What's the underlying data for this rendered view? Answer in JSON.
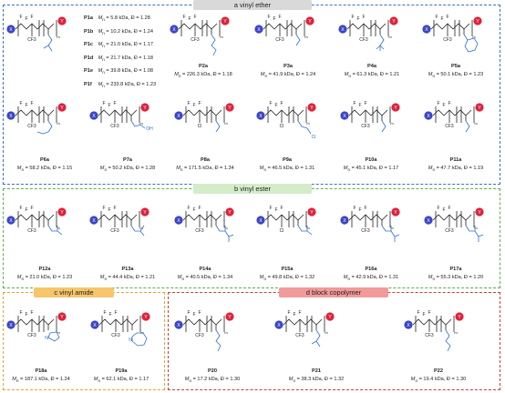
{
  "sections": {
    "a": "a vinyl ether",
    "b": "b vinyl ester",
    "c": "c vinyl amide",
    "d": "d block copolymer"
  },
  "atoms": {
    "x": "X",
    "y": "Y",
    "f": "F",
    "cf3": "CF",
    "cf3_sub": "3",
    "cl": "Cl",
    "o": "O",
    "n": "N",
    "oh": "OH",
    "repeat": "m"
  },
  "p1_series": [
    {
      "id": "P1a",
      "mn": "M",
      "mn_sub": "n",
      "value": "= 5.8 kDa, Đ = 1.28"
    },
    {
      "id": "P1b",
      "mn": "M",
      "mn_sub": "n",
      "value": "= 10.2 kDa, Đ = 1.24"
    },
    {
      "id": "P1c",
      "mn": "M",
      "mn_sub": "n",
      "value": "= 21.0 kDa, Đ = 1.17"
    },
    {
      "id": "P1d",
      "mn": "M",
      "mn_sub": "n",
      "value": "= 21.7 kDa, Đ = 1.18"
    },
    {
      "id": "P1e",
      "mn": "M",
      "mn_sub": "n",
      "value": "= 39.8 kDa, Đ = 1.08"
    },
    {
      "id": "P1f",
      "mn": "M",
      "mn_sub": "n",
      "value": "= 233.8 kDa, Đ = 1.23"
    }
  ],
  "compounds": {
    "P2a": {
      "id": "P2a",
      "mn": "M",
      "mn_sub": "n",
      "value": "= 226.3 kDa, Đ = 1.18"
    },
    "P3a": {
      "id": "P3a",
      "mn": "M",
      "mn_sub": "n",
      "value": "= 41.9 kDa, Đ = 1.24"
    },
    "P4a": {
      "id": "P4a",
      "mn": "M",
      "mn_sub": "n",
      "value": "= 61.3 kDa, Đ = 1.21"
    },
    "P5a": {
      "id": "P5a",
      "mn": "M",
      "mn_sub": "n",
      "value": "= 50.1 kDa, Đ = 1.23"
    },
    "P6a": {
      "id": "P6a",
      "mn": "M",
      "mn_sub": "n",
      "value": "= 58.2 kDa, Đ = 1.15"
    },
    "P7a": {
      "id": "P7a",
      "mn": "M",
      "mn_sub": "n",
      "value": "= 50.2 kDa, Đ = 1.28"
    },
    "P8a": {
      "id": "P8a",
      "mn": "M",
      "mn_sub": "n",
      "value": "= 171.5 kDa, Đ = 1.34"
    },
    "P9a": {
      "id": "P9a",
      "mn": "M",
      "mn_sub": "n",
      "value": "= 46.5 kDa, Đ = 1.31"
    },
    "P10a": {
      "id": "P10a",
      "mn": "M",
      "mn_sub": "n",
      "value": "= 45.1 kDa, Đ = 1.17"
    },
    "P11a": {
      "id": "P11a",
      "mn": "M",
      "mn_sub": "n",
      "value": "= 47.7 kDa, Đ = 1.19"
    },
    "P12a": {
      "id": "P12a",
      "mn": "M",
      "mn_sub": "n",
      "value": "= 21.0 kDa, Đ = 1.23"
    },
    "P13a": {
      "id": "P13a",
      "mn": "M",
      "mn_sub": "n",
      "value": "= 44.4 kDa, Đ = 1.21"
    },
    "P14a": {
      "id": "P14a",
      "mn": "M",
      "mn_sub": "n",
      "value": "= 40.5 kDa, Đ = 1.34"
    },
    "P15a": {
      "id": "P15a",
      "mn": "M",
      "mn_sub": "n",
      "value": "= 49.8 kDa, Đ = 1.32"
    },
    "P16a": {
      "id": "P16a",
      "mn": "M",
      "mn_sub": "n",
      "value": "= 42.9 kDa, Đ = 1.31"
    },
    "P17a": {
      "id": "P17a",
      "mn": "M",
      "mn_sub": "n",
      "value": "= 55.3 kDa, Đ = 1.20"
    },
    "P18a": {
      "id": "P18a",
      "mn": "M",
      "mn_sub": "n",
      "value": "= 187.1 kDa, Đ = 1.24"
    },
    "P19a": {
      "id": "P19a",
      "mn": "M",
      "mn_sub": "n",
      "value": "= 62.1 kDa, Đ = 1.17"
    },
    "P20": {
      "id": "P20",
      "mn": "M",
      "mn_sub": "n",
      "value": "= 17.2 kDa, Đ = 1.30"
    },
    "P21": {
      "id": "P21",
      "mn": "M",
      "mn_sub": "n",
      "value": "= 38.3 kDa, Đ = 1.32"
    },
    "P22": {
      "id": "P22",
      "mn": "M",
      "mn_sub": "n",
      "value": "= 19.4 kDa, Đ = 1.30"
    }
  },
  "colors": {
    "x_ball": "#3a45c8",
    "y_ball": "#e0213a",
    "sidechain": "#2f6fd0",
    "panel_a": "#3b6fc9",
    "panel_b": "#5fae4a",
    "panel_c": "#e0a43a",
    "panel_d": "#d23a3a"
  }
}
